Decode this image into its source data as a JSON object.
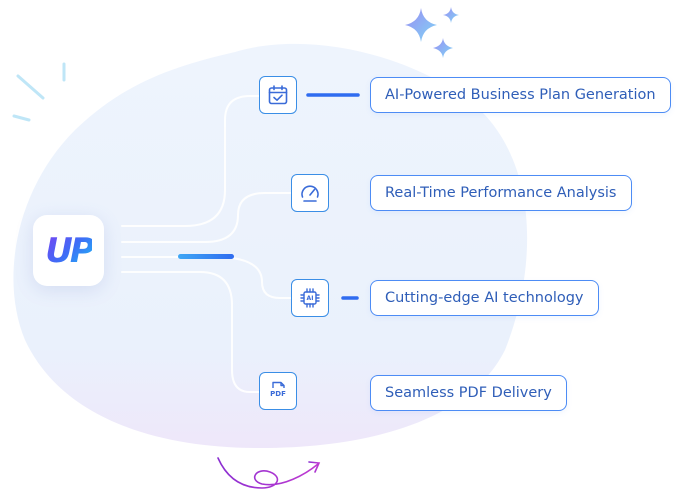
{
  "brand": {
    "logo_text": "UP",
    "accent_color": "#3f6cf6",
    "gradient": [
      "#7b3ff2",
      "#3f6cf6",
      "#19c4f5"
    ]
  },
  "features": [
    {
      "label": "AI-Powered Business Plan Generation",
      "icon": "calendar-check-icon"
    },
    {
      "label": "Real-Time Performance Analysis",
      "icon": "speedometer-icon"
    },
    {
      "label": "Cutting-edge AI technology",
      "icon": "ai-chip-icon",
      "icon_text": "AI"
    },
    {
      "label": "Seamless PDF Delivery",
      "icon": "pdf-file-icon",
      "icon_text": "PDF"
    }
  ],
  "decorations": [
    "sparkle-icon",
    "curly-arrow-icon",
    "spark-lines-icon"
  ]
}
